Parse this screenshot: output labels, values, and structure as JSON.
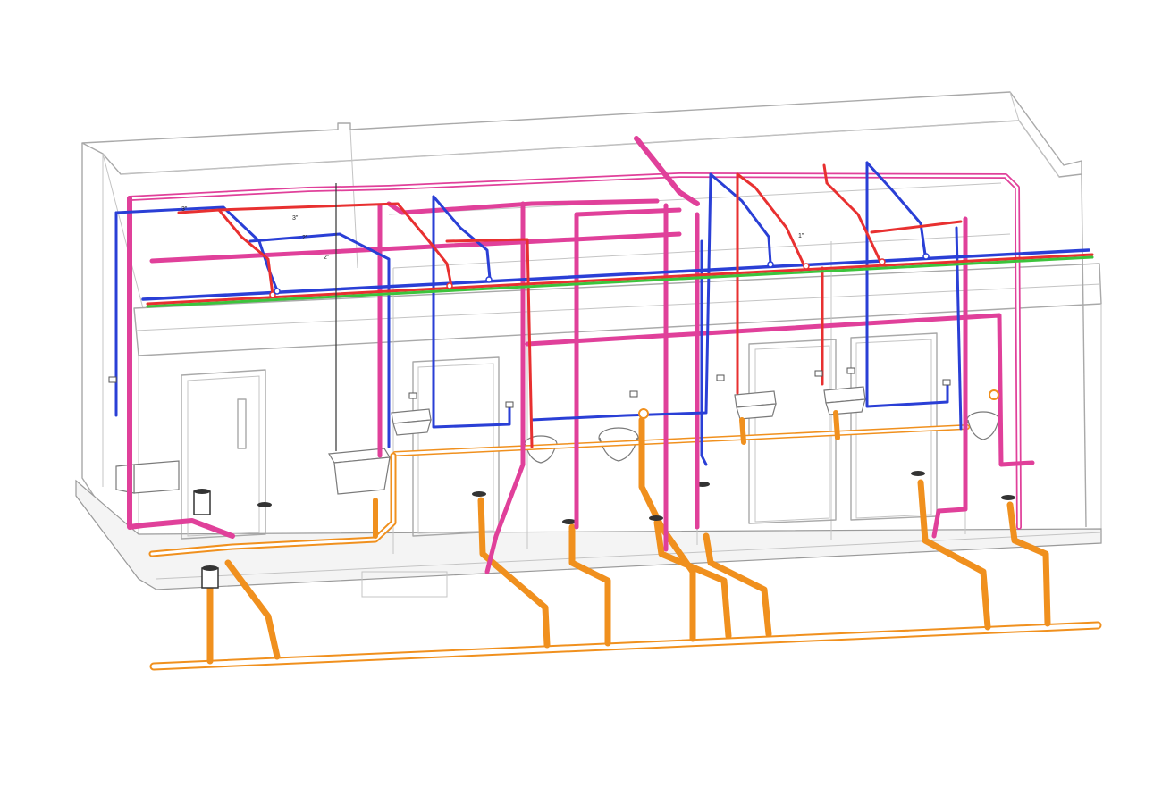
{
  "colors": {
    "background": "#ffffff",
    "building_outline": "#a9a9a9",
    "drain_waste": "#f0901e",
    "hot_water": "#e83030",
    "cold_water": "#2a3fd6",
    "vent": "#e0409a",
    "gas_line": "#3cc43c",
    "fixture": "#7a7a7a"
  },
  "pipe_labels": [
    "3\"",
    "3\"",
    "2\"",
    "2\"",
    "1\""
  ],
  "icons": [
    "floor-cleanout-icon",
    "valve-icon",
    "toilet-icon",
    "sink-icon",
    "mop-sink-icon",
    "door-icon"
  ]
}
